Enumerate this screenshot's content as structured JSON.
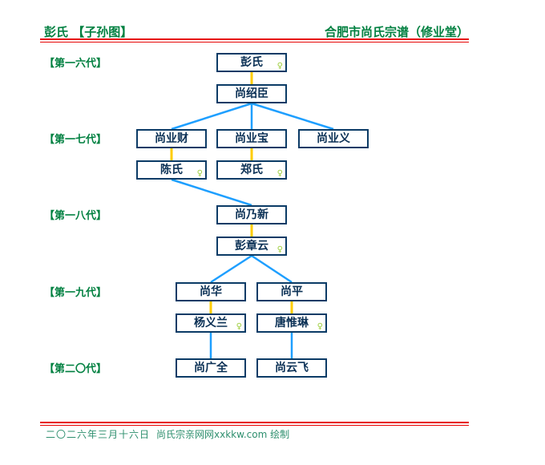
{
  "header": {
    "title_left": "彭氏 【子孙图】",
    "title_right": "合肥市尚氏宗谱（修业堂）"
  },
  "generations": [
    {
      "id": "gen16",
      "label": "【第一六代】"
    },
    {
      "id": "gen17",
      "label": "【第一七代】"
    },
    {
      "id": "gen18",
      "label": "【第一八代】"
    },
    {
      "id": "gen19",
      "label": "【第一九代】"
    },
    {
      "id": "gen20",
      "label": "【第二〇代】"
    }
  ],
  "people": [
    {
      "id": "pengshi",
      "name": "彭氏",
      "female": true,
      "generation": "gen16"
    },
    {
      "id": "shangshaochen",
      "name": "尚绍臣",
      "female": false,
      "generation": "gen16"
    },
    {
      "id": "shangyecai",
      "name": "尚业财",
      "female": false,
      "generation": "gen17"
    },
    {
      "id": "shangyebao",
      "name": "尚业宝",
      "female": false,
      "generation": "gen17"
    },
    {
      "id": "shangyeyi",
      "name": "尚业义",
      "female": false,
      "generation": "gen17"
    },
    {
      "id": "chenshi",
      "name": "陈氏",
      "female": true,
      "generation": "gen17"
    },
    {
      "id": "zhengshi",
      "name": "郑氏",
      "female": true,
      "generation": "gen17"
    },
    {
      "id": "shangnaixin",
      "name": "尚乃新",
      "female": false,
      "generation": "gen18"
    },
    {
      "id": "pengzhangyun",
      "name": "彭章云",
      "female": true,
      "generation": "gen18"
    },
    {
      "id": "shanghua",
      "name": "尚华",
      "female": false,
      "generation": "gen19"
    },
    {
      "id": "shangping",
      "name": "尚平",
      "female": false,
      "generation": "gen19"
    },
    {
      "id": "yangyilan",
      "name": "杨义兰",
      "female": true,
      "generation": "gen19"
    },
    {
      "id": "tangweilin",
      "name": "唐惟琳",
      "female": true,
      "generation": "gen19"
    },
    {
      "id": "shangguangquan",
      "name": "尚广全",
      "female": false,
      "generation": "gen20"
    },
    {
      "id": "shangyunfei",
      "name": "尚云飞",
      "female": false,
      "generation": "gen20"
    }
  ],
  "edges": [
    {
      "from": "pengshi",
      "to": "shangshaochen",
      "type": "spouse"
    },
    {
      "from": "shangshaochen",
      "to": "shangyecai",
      "type": "descent"
    },
    {
      "from": "shangshaochen",
      "to": "shangyebao",
      "type": "descent"
    },
    {
      "from": "shangshaochen",
      "to": "shangyeyi",
      "type": "descent"
    },
    {
      "from": "shangyecai",
      "to": "chenshi",
      "type": "spouse"
    },
    {
      "from": "shangyebao",
      "to": "zhengshi",
      "type": "spouse"
    },
    {
      "from": "chenshi",
      "to": "shangnaixin",
      "type": "descent"
    },
    {
      "from": "shangnaixin",
      "to": "pengzhangyun",
      "type": "spouse"
    },
    {
      "from": "pengzhangyun",
      "to": "shanghua",
      "type": "descent"
    },
    {
      "from": "pengzhangyun",
      "to": "shangping",
      "type": "descent"
    },
    {
      "from": "shanghua",
      "to": "yangyilan",
      "type": "spouse"
    },
    {
      "from": "shangping",
      "to": "tangweilin",
      "type": "spouse"
    },
    {
      "from": "yangyilan",
      "to": "shangguangquan",
      "type": "descent"
    },
    {
      "from": "tangweilin",
      "to": "shangyunfei",
      "type": "descent"
    }
  ],
  "icons": {
    "female": "♀"
  },
  "footer": {
    "date": "二〇二六年三月十六日",
    "credit": "尚氏宗亲网网xxkkw.com 绘制"
  },
  "colors": {
    "heading_green": "#008040",
    "rule_red": "#e60000",
    "box_border_navy": "#0b3b66",
    "name_navy": "#0a3055",
    "descent_line_blue": "#1e9fff",
    "spouse_line_yellow": "#ffcc00",
    "female_mark_green": "#9ccd3a",
    "footer_teal": "#2e8f6e"
  }
}
